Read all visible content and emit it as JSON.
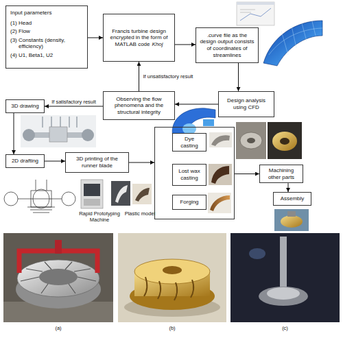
{
  "diagram": {
    "nodes": [
      {
        "text": [
          "Input parameters",
          "(1) Head",
          "(2) Flow",
          "(3) Constants (density, efficiency)",
          "(4) U1, Beta1, U2"
        ]
      },
      {
        "text": [
          "Francis turbine design encrypted in the form of MATLAB code",
          "Khoj"
        ]
      },
      {
        "text": [
          ".curve file as the design output consists of coordinates of streamlines"
        ]
      },
      {
        "text": [
          "Design analysis using CFD"
        ]
      },
      {
        "text": [
          "Observing the flow phenomena and the structural integrity"
        ]
      },
      {
        "text": [
          "3D drawing"
        ]
      },
      {
        "text": [
          "2D drafting"
        ]
      },
      {
        "text": [
          "3D printing of the runner blade"
        ]
      },
      {
        "text": []
      },
      {
        "text": [
          "Dye casting"
        ],
        "in": 8
      },
      {
        "text": [
          "Lost wax casting"
        ],
        "in": 8
      },
      {
        "text": [
          "Forging"
        ],
        "in": 8
      },
      {
        "text": [
          "Machining other parts"
        ]
      },
      {
        "text": [
          "Assembly"
        ]
      }
    ],
    "edges": [
      {
        "from": 0,
        "to": 1,
        "arrow": "to"
      },
      {
        "from": 1,
        "to": 2,
        "arrow": "to"
      },
      {
        "from": 2,
        "to": 3,
        "arrow": "to"
      },
      {
        "from": 3,
        "to": 4,
        "arrow": "to"
      },
      {
        "from": 4,
        "to": 1,
        "label": "If unsatisfactory result",
        "arrow": "to"
      },
      {
        "from": 4,
        "to": 5,
        "label": "If satisfactory result",
        "arrow": "to"
      },
      {
        "from": 5,
        "to": 6,
        "arrow": "to"
      },
      {
        "from": 6,
        "to": 7,
        "arrow": "to"
      },
      {
        "from": 7,
        "to": 8,
        "arrow": "to"
      },
      {
        "from": 8,
        "to": 12,
        "arrow": "to"
      },
      {
        "from": 12,
        "to": 13,
        "arrow": "to"
      }
    ],
    "labels": [
      "Rapid Prototyping Machine",
      "Plastic model",
      "(a)",
      "(b)",
      "(c)"
    ]
  }
}
